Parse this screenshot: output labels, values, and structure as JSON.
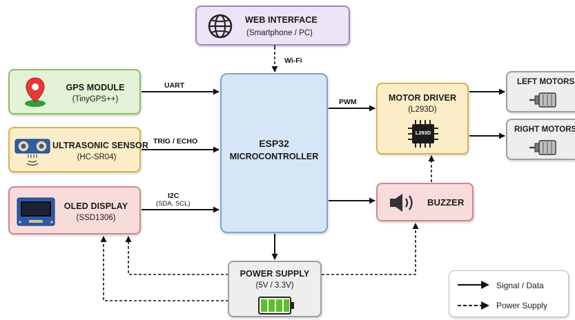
{
  "web": {
    "title": "WEB INTERFACE",
    "subtitle": "(Smartphone / PC)",
    "icon": "globe-icon"
  },
  "gps": {
    "title": "GPS MODULE",
    "subtitle": "(TinyGPS++)",
    "icon": "map-pin-icon"
  },
  "ultrasonic": {
    "title": "ULTRASONIC SENSOR",
    "subtitle": "(HC-SR04)",
    "icon": "ultrasonic-sensor-icon"
  },
  "oled": {
    "title": "OLED DISPLAY",
    "subtitle": "(SSD1306)",
    "icon": "oled-display-icon"
  },
  "esp32": {
    "title": "ESP32",
    "subtitle": "MICROCONTROLLER"
  },
  "motor_driver": {
    "title": "MOTOR DRIVER",
    "subtitle": "(L293D)",
    "chip_label": "L293D",
    "icon": "chip-icon"
  },
  "buzzer": {
    "title": "BUZZER",
    "icon": "speaker-icon"
  },
  "left_motors": {
    "title": "LEFT MOTORS",
    "icon": "dc-motor-icon"
  },
  "right_motors": {
    "title": "RIGHT MOTORS",
    "icon": "dc-motor-icon"
  },
  "power": {
    "title": "POWER SUPPLY",
    "subtitle": "(5V / 3.3V)",
    "icon": "battery-icon"
  },
  "connections": {
    "wifi": "Wi-Fi",
    "uart": "UART",
    "trig_echo": "TRIG / ECHO",
    "i2c": "I2C",
    "i2c_pins": "(SDA, SCL)",
    "pwm": "PWM"
  },
  "legend": {
    "signal": "Signal / Data",
    "power": "Power Supply"
  },
  "colors": {
    "web": "#ece3f5",
    "gps": "#e3f1d6",
    "ultrasonic": "#fbedc7",
    "oled": "#f8dcdc",
    "esp32": "#d7e6f6",
    "motor_driver": "#fbedc7",
    "buzzer": "#f8dcdc",
    "motors": "#eeeeee",
    "power": "#eeeeee",
    "battery": "#5cbf2a"
  }
}
